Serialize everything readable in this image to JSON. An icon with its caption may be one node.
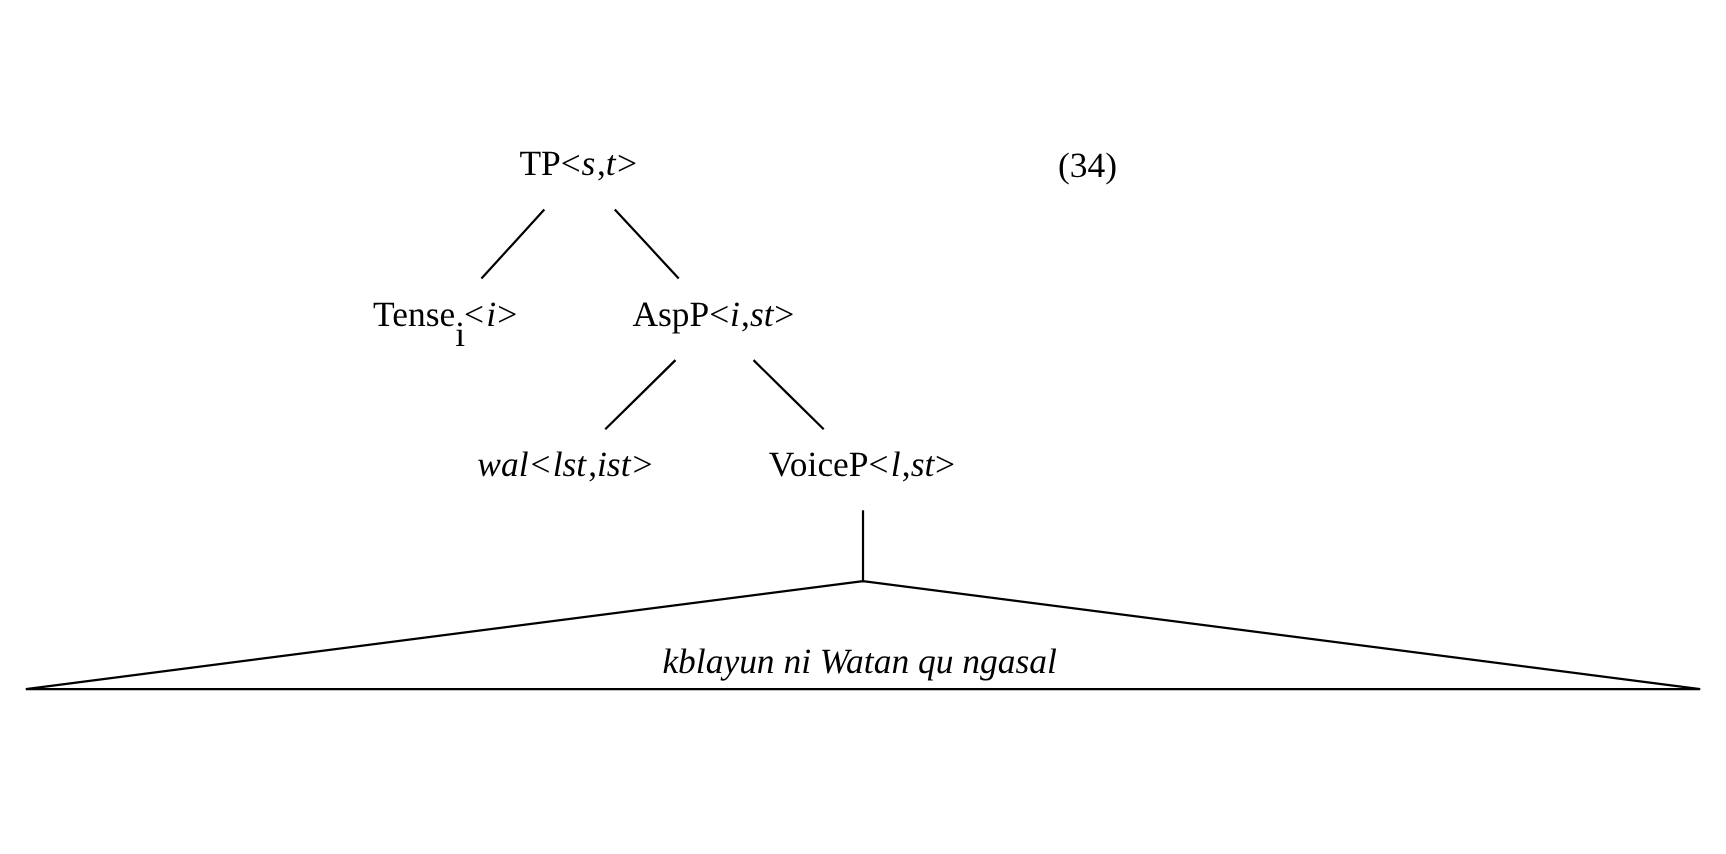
{
  "diagram": {
    "nodes": [
      {
        "text": [
          "TP<*s*,*t*>"
        ]
      },
      {
        "text": [
          "Tense$_{i}$<*i*>"
        ]
      },
      {
        "text": [
          "AspP<*i*,*st*>"
        ]
      },
      {
        "text": [
          "*wal*<*lst*,*ist*>"
        ]
      },
      {
        "text": [
          "VoiceP<*l*,*st*>"
        ]
      },
      {
        "text": [
          "kblayun ni Watan qu ngasal"
        ]
      }
    ],
    "edges": [
      {
        "from": 0,
        "to": 1,
        "arrow": "none"
      },
      {
        "from": 0,
        "to": 2,
        "arrow": "none"
      },
      {
        "from": 2,
        "to": 3,
        "arrow": "none"
      },
      {
        "from": 2,
        "to": 4,
        "arrow": "none"
      },
      {
        "from": 4,
        "to": 5,
        "arrow": "none"
      }
    ],
    "labels": [
      "(34)"
    ]
  }
}
